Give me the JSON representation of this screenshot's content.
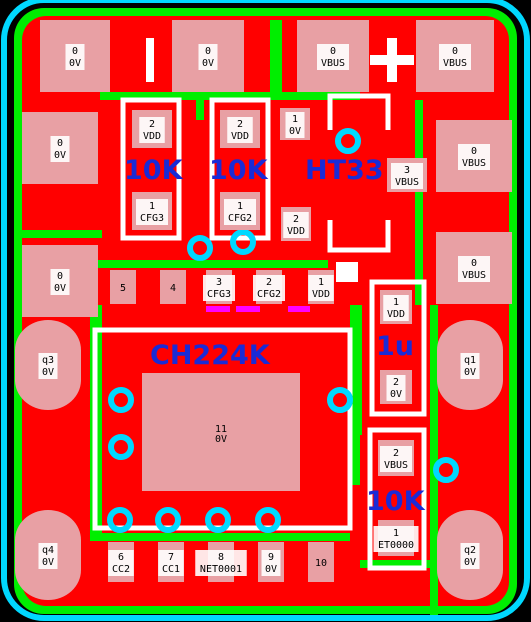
{
  "colors": {
    "board": "#ff0000",
    "copper": "#00ee00",
    "outline": "#00d8ff",
    "pad": "#e8a0a4",
    "silk": "#ffffff",
    "label": "#1a2bd6",
    "via": "#00d8ff",
    "mask": "#ff00ff"
  },
  "component_labels": {
    "r_cfg3": "10K",
    "r_cfg2": "10K",
    "ldo": "HT33",
    "ic": "CH224K",
    "cap": "1u",
    "r_bottom": "10K"
  },
  "pads": {
    "top1": [
      "0",
      "0V"
    ],
    "top2": [
      "0",
      "0V"
    ],
    "top3": [
      "0",
      "VBUS"
    ],
    "top4": [
      "0",
      "VBUS"
    ],
    "left1": [
      "0",
      "0V"
    ],
    "left2": [
      "0",
      "0V"
    ],
    "right1": [
      "0",
      "VBUS"
    ],
    "right2": [
      "0",
      "VBUS"
    ],
    "r1_top": [
      "2",
      "VDD"
    ],
    "r1_bot": [
      "1",
      "CFG3"
    ],
    "r2_top": [
      "2",
      "VDD"
    ],
    "r2_bot": [
      "1",
      "CFG2"
    ],
    "ht_1": [
      "1",
      "0V"
    ],
    "ht_2": [
      "2",
      "VDD"
    ],
    "ht_3": [
      "3",
      "VBUS"
    ],
    "ic_3": [
      "3",
      "CFG3"
    ],
    "ic_2": [
      "2",
      "CFG2"
    ],
    "ic_1": [
      "1",
      "VDD"
    ],
    "ic_5": [
      "5",
      ""
    ],
    "ic_4": [
      "4",
      ""
    ],
    "ic_6": [
      "6",
      "CC2"
    ],
    "ic_7": [
      "7",
      "CC1"
    ],
    "ic_8": [
      "8",
      "NET0001"
    ],
    "ic_9": [
      "9",
      "0V"
    ],
    "ic_10": [
      "10",
      ""
    ],
    "ic_11": [
      "11",
      "0V"
    ],
    "c_1": [
      "1",
      "VDD"
    ],
    "c_2": [
      "2",
      "0V"
    ],
    "rb_2": [
      "2",
      "VBUS"
    ],
    "rb_1": [
      "1",
      "ET0000"
    ],
    "q1": [
      "q1",
      "0V"
    ],
    "q2": [
      "q2",
      "0V"
    ],
    "q3": [
      "q3",
      "0V"
    ],
    "q4": [
      "q4",
      "0V"
    ]
  }
}
